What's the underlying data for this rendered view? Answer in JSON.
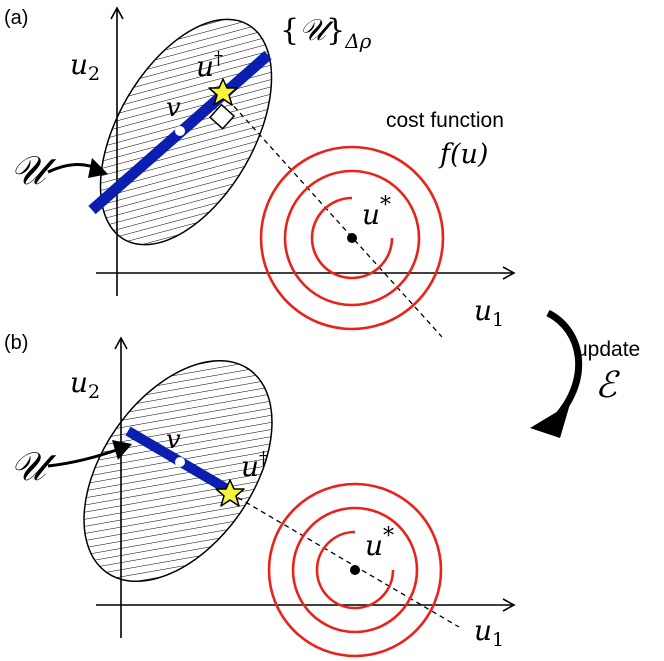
{
  "panels": [
    {
      "tag": "(a)",
      "axis_x_label": "u",
      "axis_x_sub": "1",
      "axis_y_label": "u",
      "axis_y_sub": "2",
      "set_label": "𝒰",
      "v_label": "v",
      "udagger_label": "u",
      "udagger_sup": "†",
      "ustar_label": "u",
      "ustar_sup": "*",
      "region_label_left": "{",
      "region_label_set": "𝒰",
      "region_label_right": "}",
      "region_label_sub": "Δρ",
      "cost_label": "cost function",
      "cost_fn": "f(u)"
    },
    {
      "tag": "(b)",
      "axis_x_label": "u",
      "axis_x_sub": "1",
      "axis_y_label": "u",
      "axis_y_sub": "2",
      "set_label": "𝒰",
      "v_label": "v",
      "udagger_label": "u",
      "udagger_sup": "†",
      "ustar_label": "u",
      "ustar_sup": "*"
    }
  ],
  "update": {
    "label": "update",
    "symbol": "ℰ"
  },
  "colors": {
    "segment": "#0a1fb0",
    "contour": "#e8231a",
    "star_fill": "#f5f53a",
    "hatch": "#000000"
  }
}
